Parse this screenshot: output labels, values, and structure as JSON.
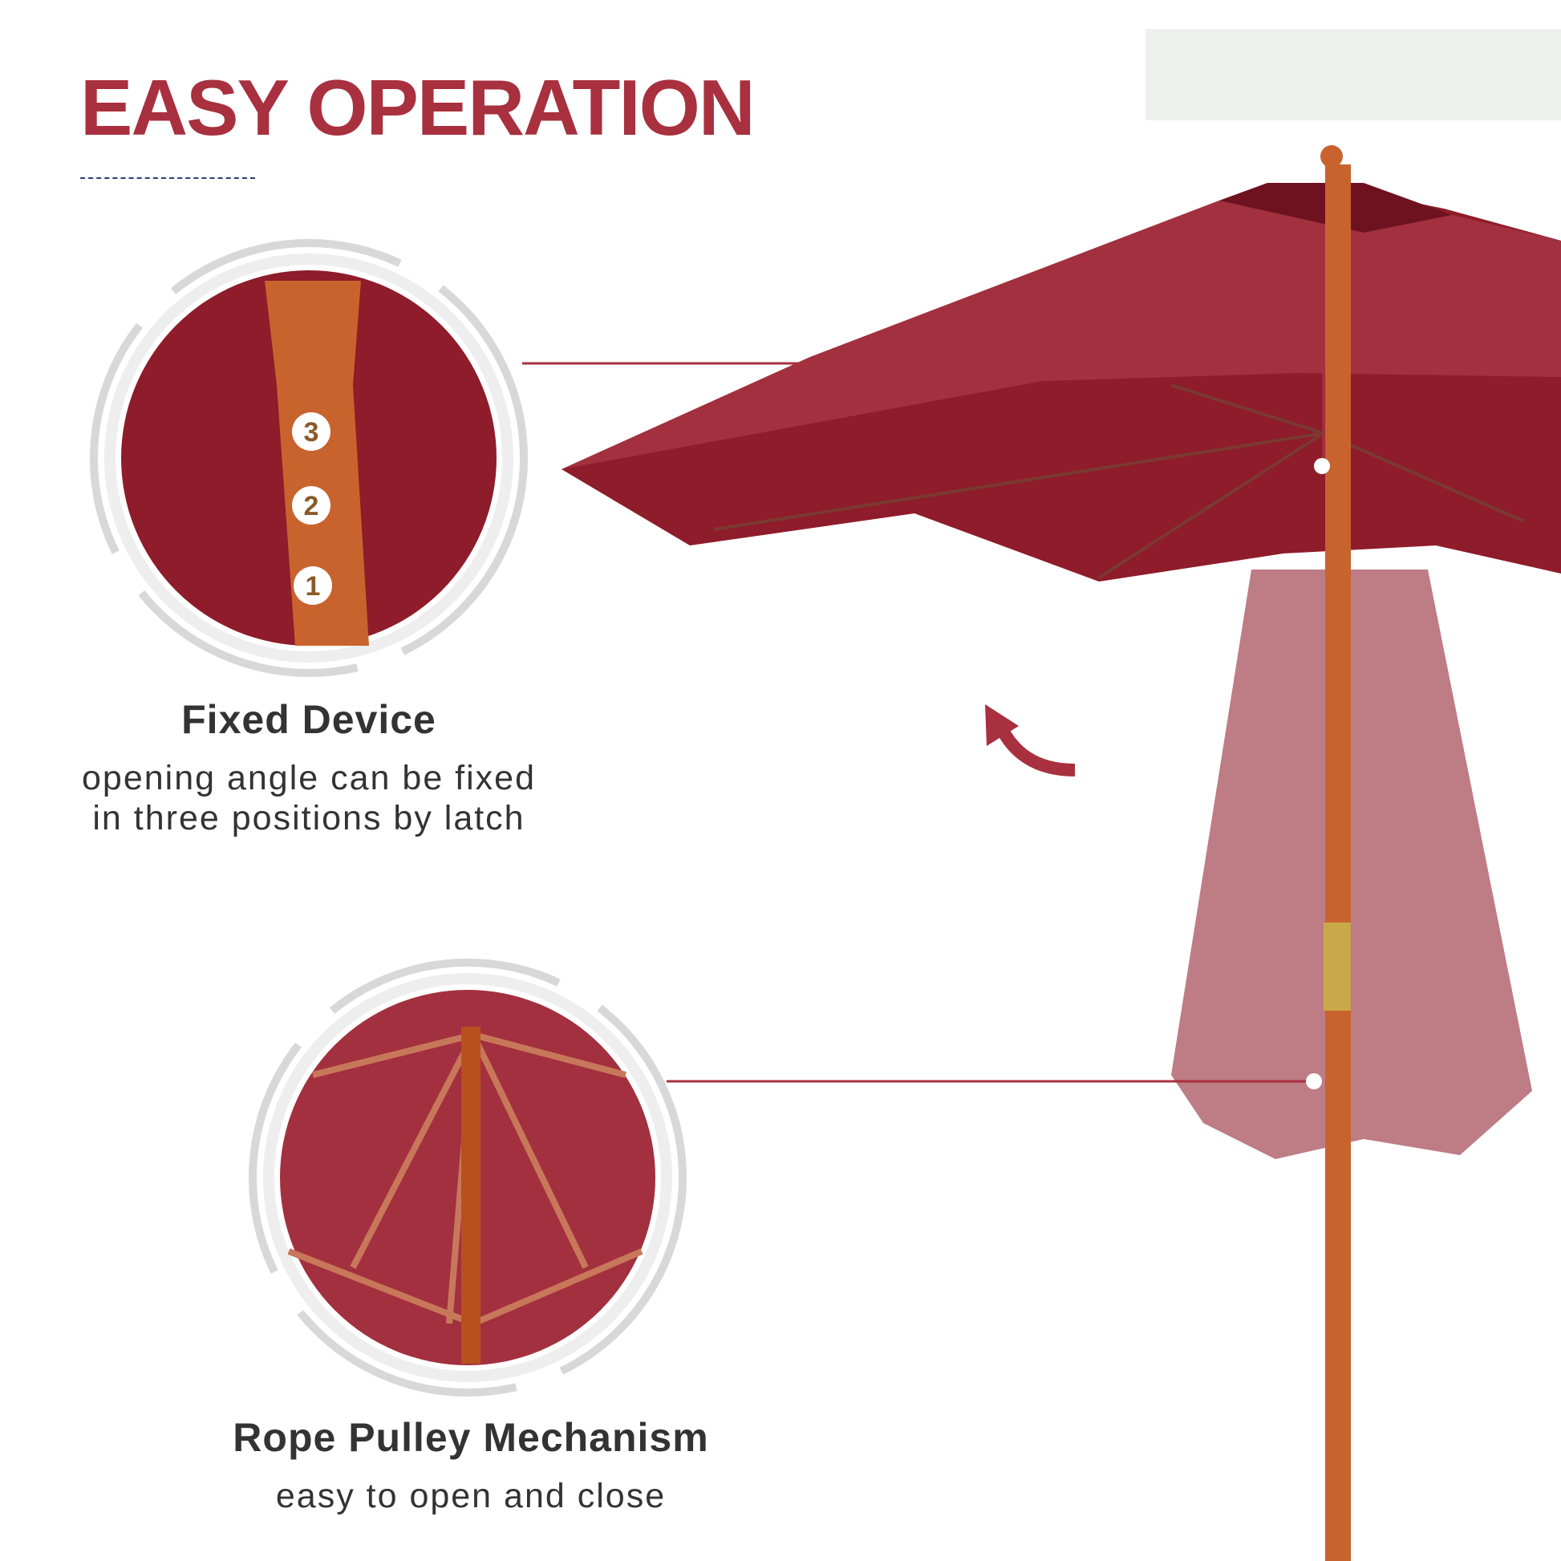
{
  "title": "EASY OPERATION",
  "features": [
    {
      "heading": "Fixed Device",
      "lines": [
        "opening angle can be fixed",
        "in three positions by latch"
      ],
      "latch_positions": [
        "1",
        "2",
        "3"
      ]
    },
    {
      "heading": "Rope Pulley Mechanism",
      "lines": [
        "easy to open and close"
      ]
    }
  ],
  "colors": {
    "accent": "#a8303f",
    "canopy": "#8e1c2a",
    "pole": "#c8632e"
  }
}
